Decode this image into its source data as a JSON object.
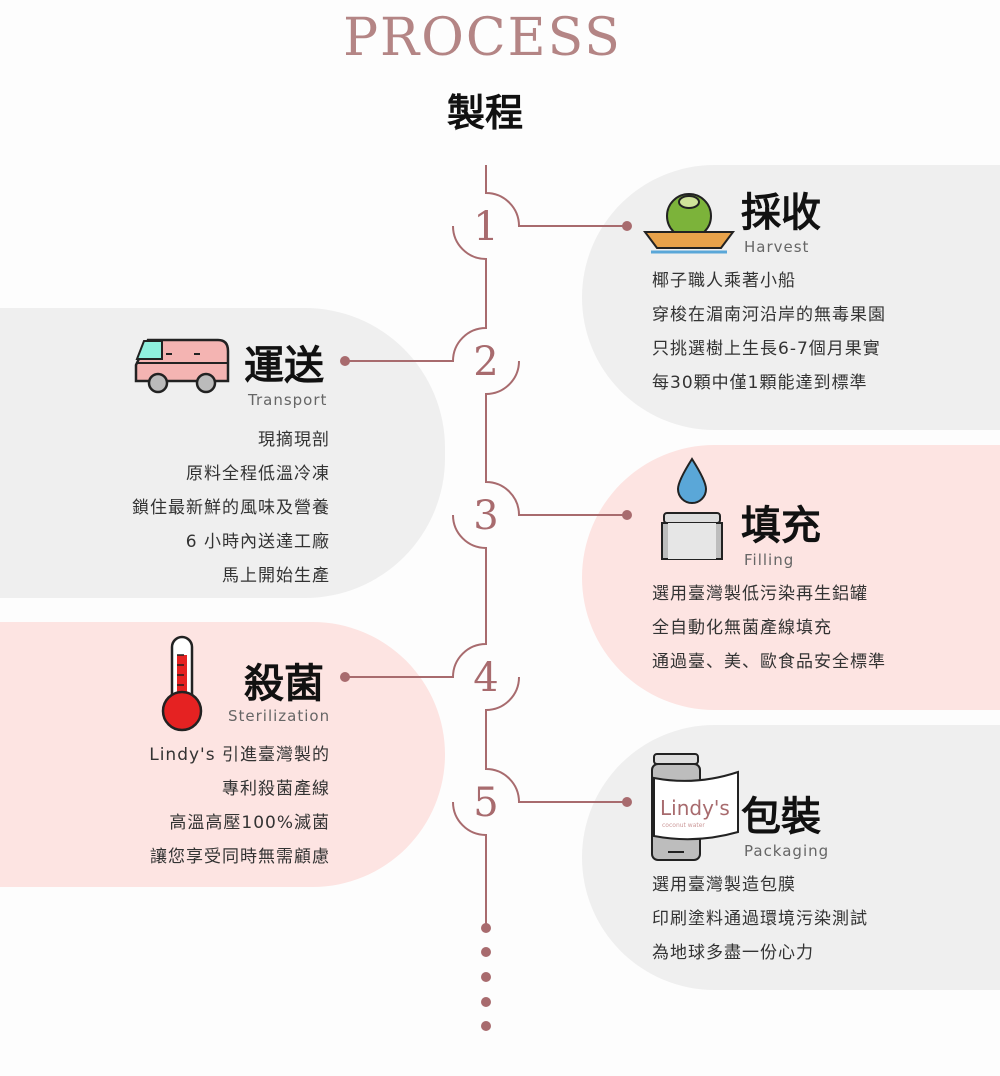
{
  "header": {
    "title": "PROCESS",
    "subtitle": "製程"
  },
  "colors": {
    "accent": "#a86b6e",
    "gray_panel": "#efefef",
    "pink_panel": "#fde4e2"
  },
  "steps": [
    {
      "number": "1",
      "title": "採收",
      "en": "Harvest",
      "icon": "coconut-boat-icon",
      "lines": [
        "椰子職人乘著小船",
        "穿梭在湄南河沿岸的無毒果園",
        "只挑選樹上生長6-7個月果實",
        "每30顆中僅1顆能達到標準"
      ]
    },
    {
      "number": "2",
      "title": "運送",
      "en": "Transport",
      "icon": "van-icon",
      "lines": [
        "現摘現剖",
        "原料全程低溫冷凍",
        "鎖住最新鮮的風味及營養",
        "6 小時內送達工廠",
        "馬上開始生產"
      ]
    },
    {
      "number": "3",
      "title": "填充",
      "en": "Filling",
      "icon": "water-drop-can-icon",
      "lines": [
        "選用臺灣製低污染再生鋁罐",
        "全自動化無菌產線填充",
        "通過臺、美、歐食品安全標準"
      ]
    },
    {
      "number": "4",
      "title": "殺菌",
      "en": "Sterilization",
      "icon": "thermometer-icon",
      "lines": [
        "Lindy's 引進臺灣製的",
        "專利殺菌產線",
        "高溫高壓100%滅菌",
        "讓您享受同時無需顧慮"
      ]
    },
    {
      "number": "5",
      "title": "包裝",
      "en": "Packaging",
      "icon": "labeled-can-icon",
      "brand": "Lindy's",
      "brand_sub": "coconut water",
      "lines": [
        "選用臺灣製造包膜",
        "印刷塗料通過環境污染測試",
        "為地球多盡一份心力"
      ]
    }
  ]
}
